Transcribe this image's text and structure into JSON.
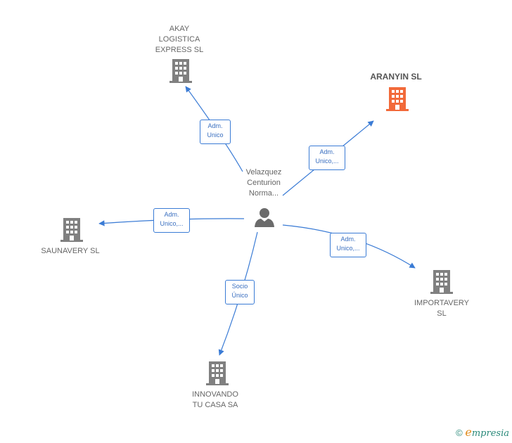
{
  "center": {
    "label": "Velazquez\nCenturion\nNorma..."
  },
  "nodes": [
    {
      "id": "akay",
      "label": "AKAY\nLOGISTICA\nEXPRESS  SL",
      "highlight": false
    },
    {
      "id": "aranyin",
      "label": "ARANYIN  SL",
      "highlight": true
    },
    {
      "id": "saunavery",
      "label": "SAUNAVERY  SL",
      "highlight": false
    },
    {
      "id": "importavery",
      "label": "IMPORTAVERY\nSL",
      "highlight": false
    },
    {
      "id": "innovando",
      "label": "INNOVANDO\nTU CASA SA",
      "highlight": false
    }
  ],
  "edges": [
    {
      "to": "akay",
      "label": "Adm.\nUnico"
    },
    {
      "to": "aranyin",
      "label": "Adm.\nUnico,..."
    },
    {
      "to": "saunavery",
      "label": "Adm.\nUnico,..."
    },
    {
      "to": "importavery",
      "label": "Adm.\nUnico,..."
    },
    {
      "to": "innovando",
      "label": "Socio\nÚnico"
    }
  ],
  "colors": {
    "edge": "#3a7bd5",
    "building": "#808080",
    "building_highlight": "#f26a3a",
    "person": "#6b6b6b"
  },
  "footer": {
    "copyright": "©",
    "brand_e": "e",
    "brand_rest": "mpresia"
  }
}
